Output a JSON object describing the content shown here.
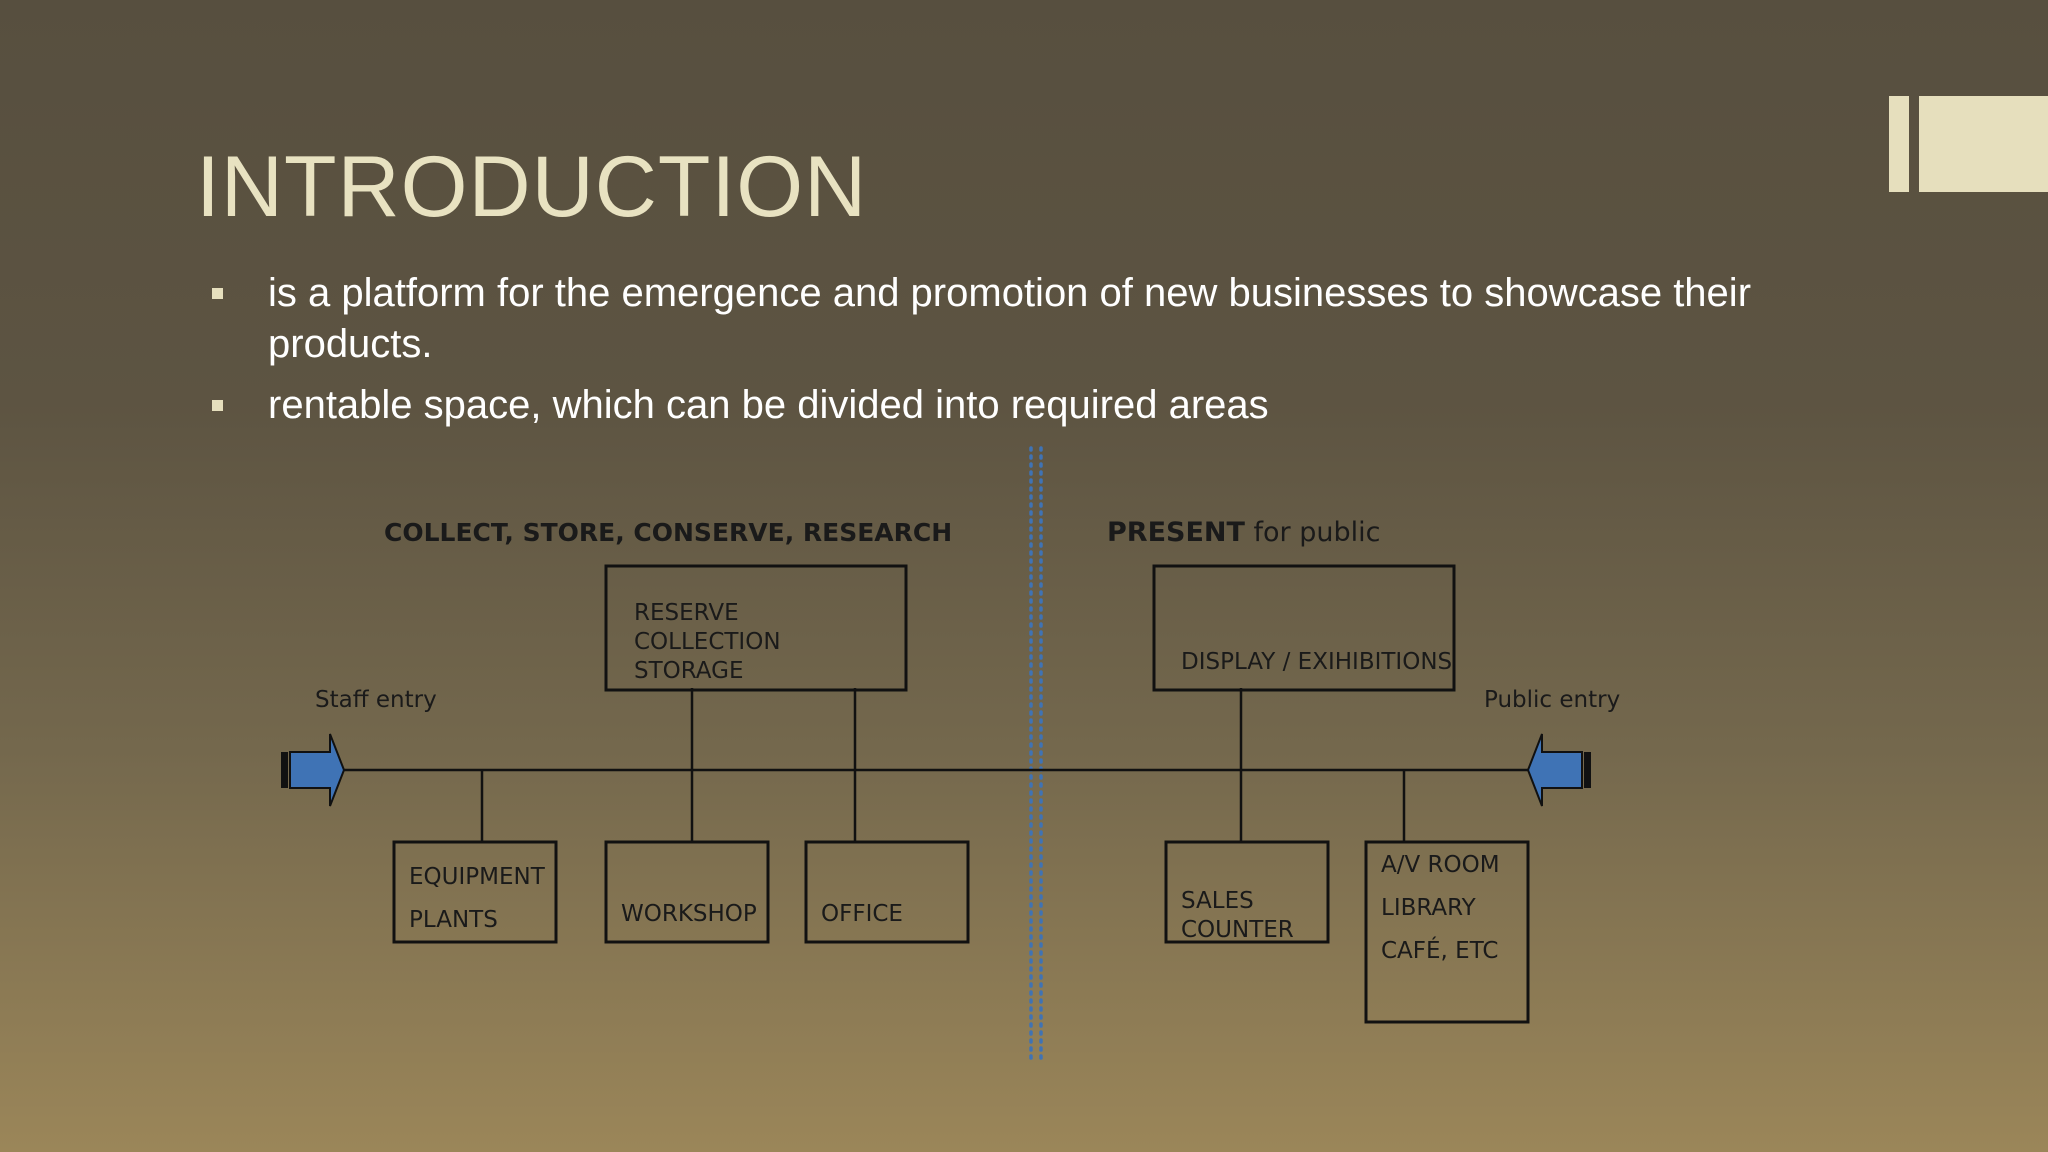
{
  "slide": {
    "title": "INTRODUCTION",
    "bullets": [
      "is a platform for the emergence and promotion of new businesses to showcase their products.",
      "rentable space, which can be divided into required areas"
    ]
  },
  "diagram": {
    "left_heading": "COLLECT, STORE, CONSERVE, RESEARCH",
    "right_heading_bold": "PRESENT",
    "right_heading_rest": " for public",
    "staff_entry": "Staff entry",
    "public_entry": "Public entry",
    "boxes": {
      "reserve": [
        "RESERVE",
        "COLLECTION",
        "STORAGE"
      ],
      "display": "DISPLAY / EXIHIBITIONS",
      "equipment": [
        "EQUIPMENT",
        "PLANTS"
      ],
      "workshop": "WORKSHOP",
      "office": "OFFICE",
      "sales": [
        "SALES",
        "COUNTER"
      ],
      "av": [
        "A/V ROOM",
        "LIBRARY",
        "CAFÉ, ETC"
      ]
    }
  },
  "colors": {
    "accent": "#e6dfbd",
    "arrow": "#3f73b5",
    "divider": "#3f73b5"
  }
}
